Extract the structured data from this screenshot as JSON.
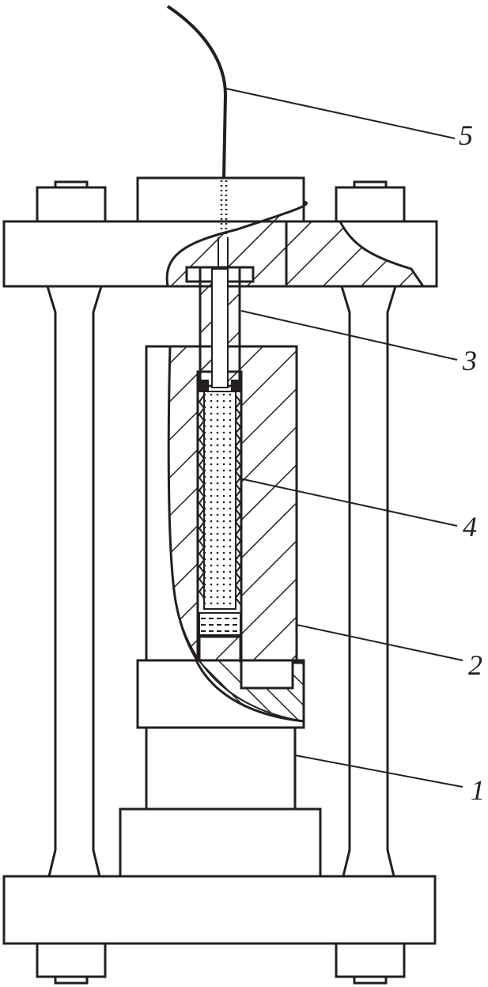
{
  "diagram": {
    "labels": [
      {
        "id": "1",
        "text": "1"
      },
      {
        "id": "2",
        "text": "2"
      },
      {
        "id": "3",
        "text": "3"
      },
      {
        "id": "4",
        "text": "4"
      },
      {
        "id": "5",
        "text": "5"
      }
    ],
    "colors": {
      "line": "#231f20",
      "background": "#ffffff"
    }
  }
}
